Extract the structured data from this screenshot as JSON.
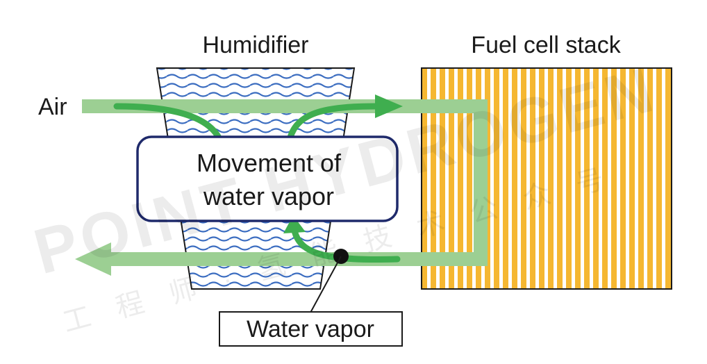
{
  "labels": {
    "humidifier": "Humidifier",
    "fuel_cell_stack": "Fuel cell stack",
    "air": "Air",
    "movement_line1": "Movement of",
    "movement_line2": "water vapor",
    "water_vapor": "Water vapor"
  },
  "watermark": {
    "brand": "POINT HYDROGEN",
    "chinese": "工 程 师 · 氢 能 技 术 公 众 号"
  },
  "colors": {
    "flow_light": "#9ccf93",
    "flow_dark": "#3fae4f",
    "stack_stripe": "#f5b731",
    "wave_blue": "#3a6cc0",
    "box_border": "#1f2a6b"
  }
}
